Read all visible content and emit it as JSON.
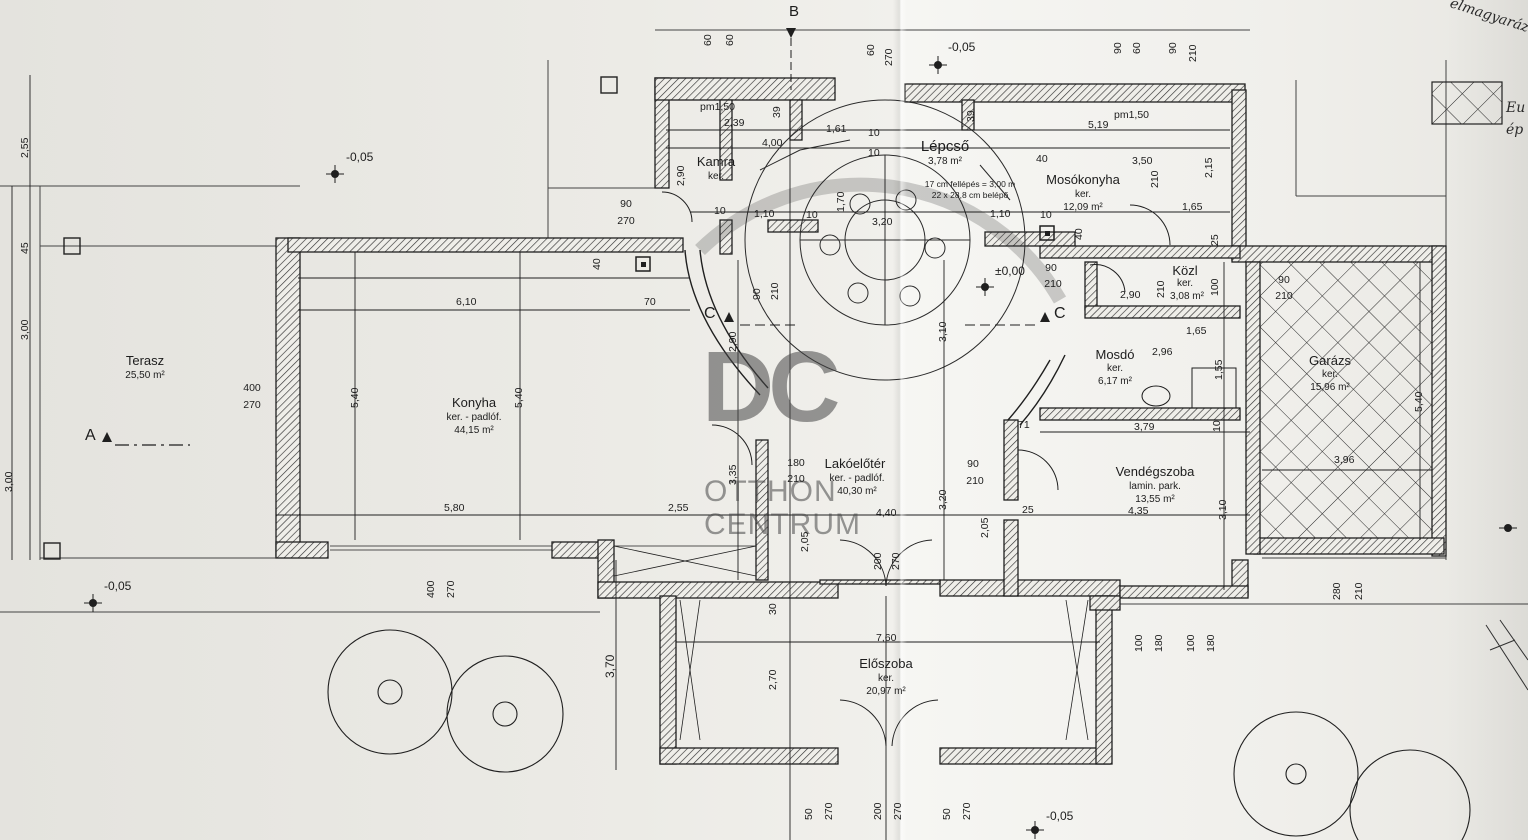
{
  "rooms": {
    "terasz": {
      "name": "Terasz",
      "area": "25,50 m²"
    },
    "konyha": {
      "name": "Konyha",
      "floor": "ker. - padlóf.",
      "area": "44,15 m²"
    },
    "kamra": {
      "name": "Kamra",
      "floor": "ker."
    },
    "lepcso": {
      "name": "Lépcső",
      "area": "3,78 m²",
      "note1": "17 cm fellépés = 3,00 m",
      "note2": "22 x 28,8 cm belépő"
    },
    "mosokonyha": {
      "name": "Mosókonyha",
      "floor": "ker.",
      "area": "12,09 m²"
    },
    "kozl": {
      "name": "Közl",
      "floor": "ker.",
      "area": "3,08 m²"
    },
    "mosdo": {
      "name": "Mosdó",
      "floor": "ker.",
      "area": "6,17 m²"
    },
    "garazs": {
      "name": "Garázs",
      "floor": "ker.",
      "area": "15,96 m²"
    },
    "lakoeloter": {
      "name": "Lakóelőtér",
      "floor": "ker. - padlóf.",
      "area": "40,30 m²"
    },
    "vendegszoba": {
      "name": "Vendégszoba",
      "floor": "lamin. park.",
      "area": "13,55 m²"
    },
    "eloszoba": {
      "name": "Előszoba",
      "floor": "ker.",
      "area": "20,97 m²"
    }
  },
  "levels": {
    "minus": "-0,05",
    "zero": "±0,00",
    "pm": "pm1,50"
  },
  "sections": {
    "a": "A",
    "b": "B",
    "c": "C"
  },
  "dims": {
    "d610": "6,10",
    "d70": "70",
    "d580": "5,80",
    "d255": "2,55",
    "d440": "4,40",
    "d540": "5,40",
    "d239": "2,39",
    "d400": "4,00",
    "d161": "1,61",
    "d10": "10",
    "d519": "5,19",
    "d350": "3,50",
    "d165": "1,65",
    "d320": "3,20",
    "d110": "1,10",
    "d290": "2,90",
    "d310": "3,10",
    "d379": "3,79",
    "d435": "4,35",
    "d760": "7,60",
    "d370": "3,70",
    "d270": "2,70",
    "d296": "2,96",
    "d205": "2,05",
    "d335": "3,35",
    "d39": "39",
    "d40": "40",
    "d25": "25",
    "d71": "71",
    "d30": "30",
    "d170": "1,70",
    "d300": "3,00",
    "d45": "45",
    "d396": "3,96",
    "d210": "210",
    "d90": "90",
    "d60": "60",
    "d100": "100",
    "d180": "180",
    "d200": "200",
    "d50": "50",
    "d280": "280",
    "d215": "2,15",
    "d155": "1,55"
  },
  "doors": {
    "d90_270": {
      "top": "90",
      "bottom": "270"
    },
    "d400_270": {
      "top": "400",
      "bottom": "270"
    },
    "d180_210": {
      "top": "180",
      "bottom": "210"
    },
    "d90_210": {
      "top": "90",
      "bottom": "210"
    }
  },
  "logo": {
    "mark": "DC",
    "line1": "OTTHON",
    "line2": "CENTRUM"
  },
  "handwriting": {
    "top": "elmagyarázás",
    "side1": "Eu",
    "side2": "ép"
  }
}
